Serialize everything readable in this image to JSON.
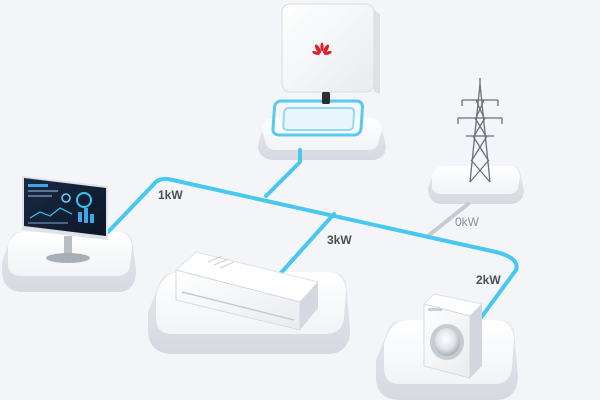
{
  "flows": {
    "monitor": "1kW",
    "air_conditioner": "3kW",
    "grid": "0kW",
    "washing_machine": "2kW"
  },
  "colors": {
    "active_line": "#48c8f0",
    "idle_line": "#c6cbd2",
    "background": "#f3f5f8",
    "platform": "#ffffff",
    "brand_logo": "#d6202a"
  },
  "icons": {
    "inverter": "inverter-icon",
    "grid": "transmission-tower-icon",
    "monitor": "monitor-icon",
    "air_conditioner": "air-conditioner-icon",
    "washing_machine": "washing-machine-icon",
    "logo": "huawei-logo-icon"
  }
}
